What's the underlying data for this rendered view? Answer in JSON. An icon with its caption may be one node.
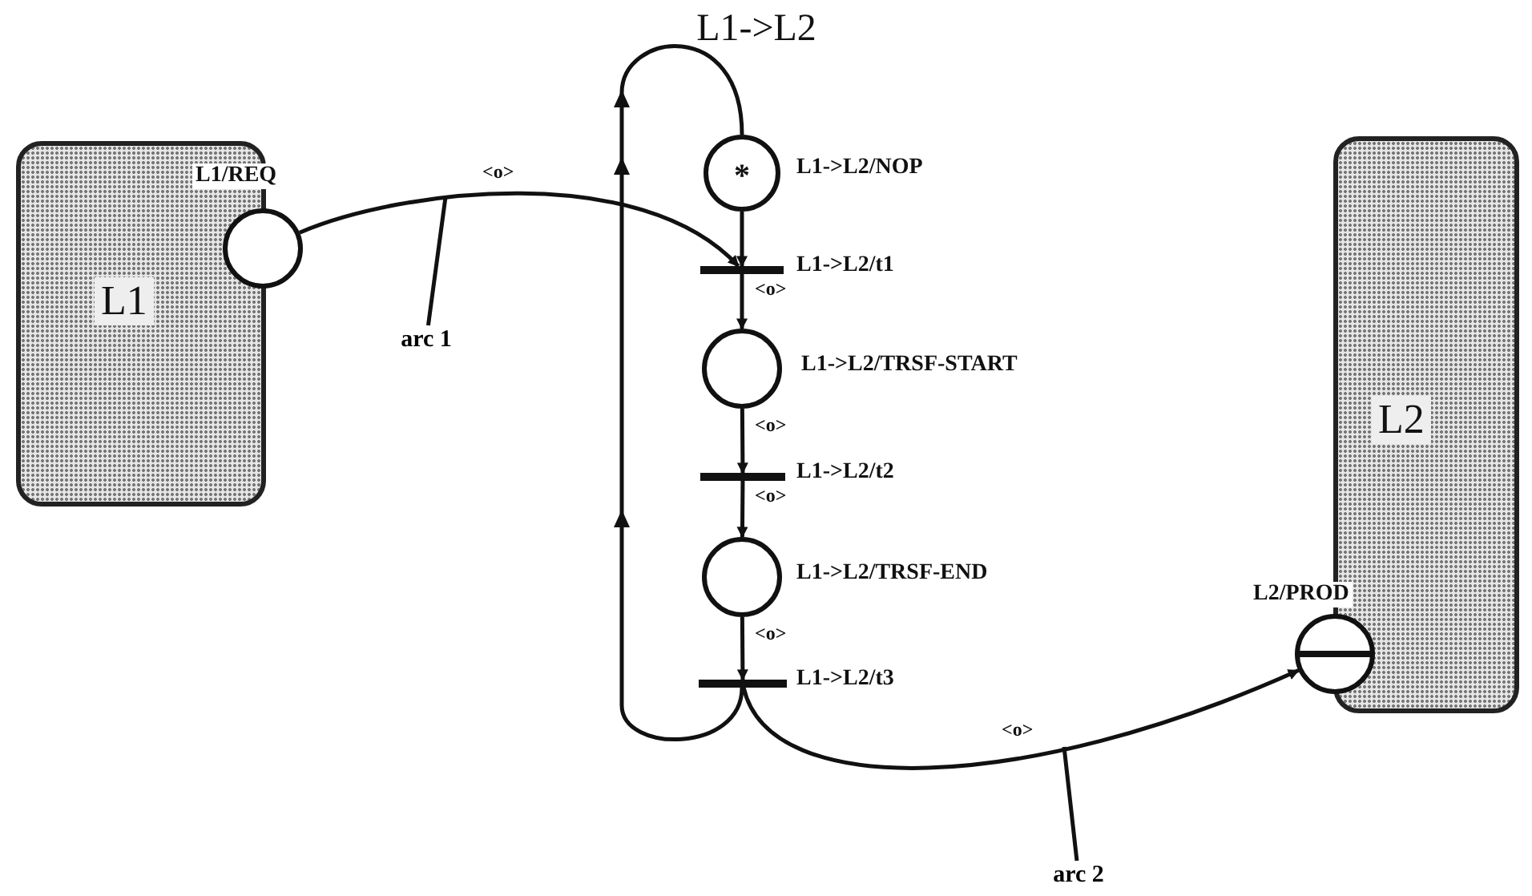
{
  "diagram": {
    "title": "L1->L2",
    "nodes": [
      {
        "text": [
          "L1"
        ]
      },
      {
        "text": [],
        "shape": "circle"
      },
      {
        "text": [
          "*"
        ],
        "beside": [
          "L1->L2/NOP"
        ]
      },
      {
        "text": [],
        "shape": "bar",
        "beside": [
          "L1->L2/t1"
        ]
      },
      {
        "text": [],
        "shape": "circle",
        "beside": [
          "L1->L2/TRSF-START"
        ]
      },
      {
        "text": [],
        "shape": "bar",
        "beside": [
          "L1->L2/t2"
        ]
      },
      {
        "text": [],
        "shape": "circle",
        "beside": [
          "L1->L2/TRSF-END"
        ]
      },
      {
        "text": [],
        "shape": "bar",
        "beside": [
          "L1->L2/t3"
        ]
      },
      {
        "text": [
          "L2"
        ]
      },
      {
        "text": [],
        "shape": "circle"
      },
      {
        "text": [
          "arc 1"
        ]
      },
      {
        "text": [
          "arc 2"
        ]
      }
    ],
    "edges": [
      {
        "from": 1,
        "to": 3,
        "arrow": "to",
        "label": "<o>"
      },
      {
        "from": 2,
        "to": 3,
        "arrow": "to"
      },
      {
        "from": 3,
        "to": 4,
        "arrow": "to",
        "label": "<o>"
      },
      {
        "from": 4,
        "to": 5,
        "arrow": "to",
        "label": "<o>"
      },
      {
        "from": 5,
        "to": 6,
        "arrow": "to",
        "label": "<o>"
      },
      {
        "from": 6,
        "to": 7,
        "arrow": "to",
        "label": "<o>"
      },
      {
        "from": 7,
        "to": 9,
        "arrow": "to",
        "label": "<o>"
      },
      {
        "from": 7,
        "to": 2,
        "arrow": "to"
      },
      {
        "from": 10,
        "to": null,
        "arrow": "none"
      },
      {
        "from": 11,
        "to": null,
        "arrow": "none"
      }
    ],
    "labels": [
      "L1/REQ",
      "L2/PROD"
    ]
  }
}
